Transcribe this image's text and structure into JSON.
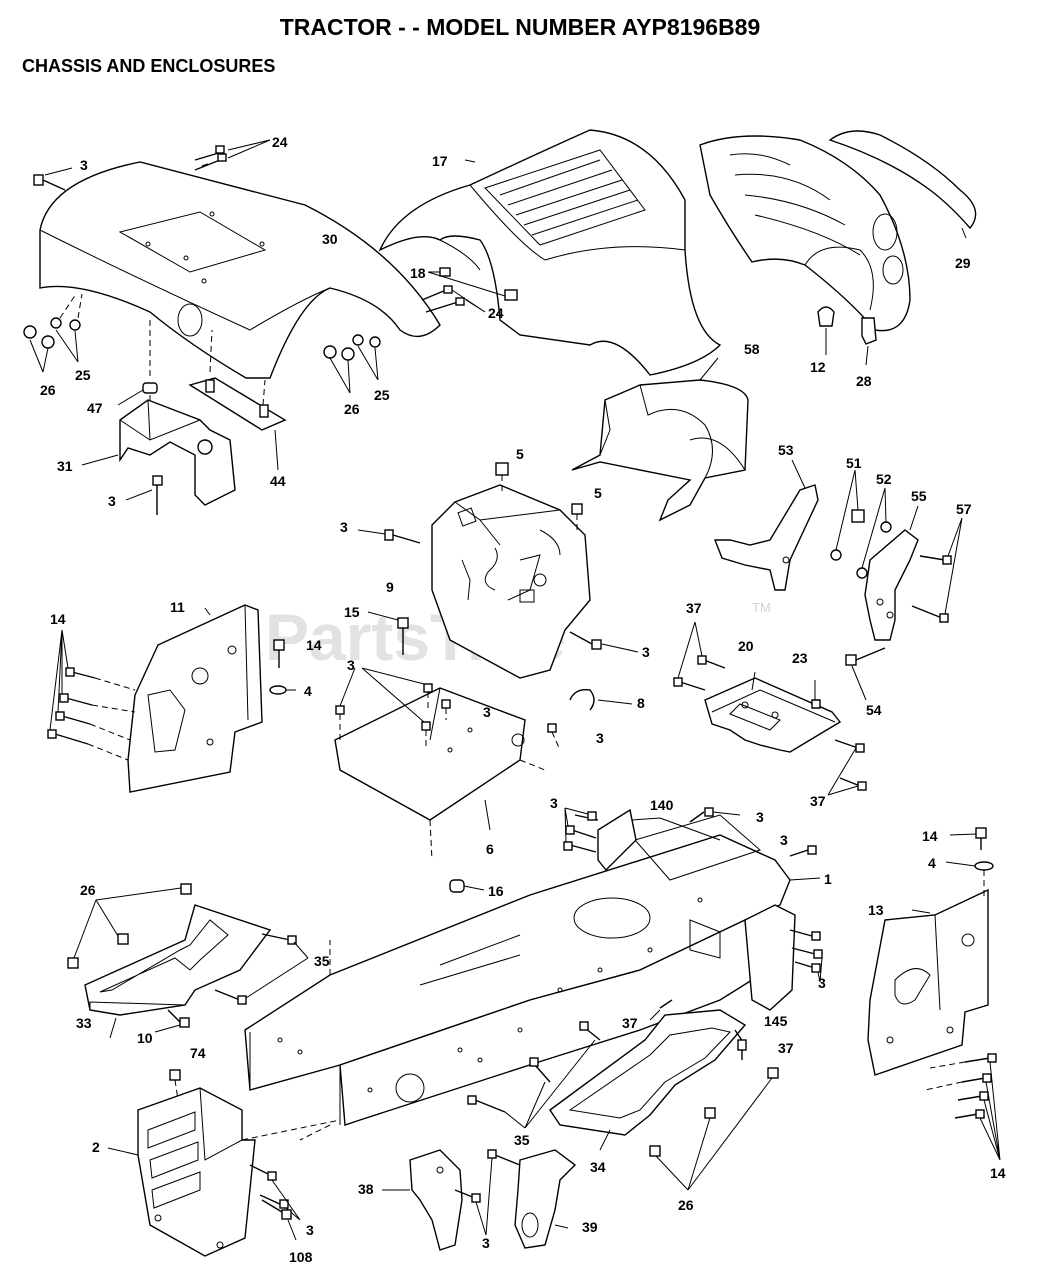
{
  "header": {
    "title": "TRACTOR - - MODEL NUMBER AYP8196B89",
    "subtitle": "CHASSIS AND ENCLOSURES"
  },
  "watermark": {
    "text": "PartsTree",
    "tm": "TM"
  },
  "callouts": {
    "c3a": "3",
    "c24a": "24",
    "c30": "30",
    "c17": "17",
    "c29": "29",
    "c18": "18",
    "c24b": "24",
    "c26a": "26",
    "c25a": "25",
    "c26b": "26",
    "c25b": "25",
    "c12": "12",
    "c28": "28",
    "c58": "58",
    "c47": "47",
    "c31": "31",
    "c44": "44",
    "c3b": "3",
    "c5a": "5",
    "c5b": "5",
    "c53": "53",
    "c51": "51",
    "c52": "52",
    "c55": "55",
    "c57": "57",
    "c3c": "3",
    "c9": "9",
    "c11": "11",
    "c14a": "14",
    "c15": "15",
    "c14b": "14",
    "c4a": "4",
    "c3d": "3",
    "c37a": "37",
    "c20": "20",
    "c23": "23",
    "c54": "54",
    "c3e": "3",
    "c3f": "3",
    "c8": "8",
    "c3g": "3",
    "c37b": "37",
    "c3h": "3",
    "c140": "140",
    "c3i": "3",
    "c6": "6",
    "c3j": "3",
    "c14c": "14",
    "c4b": "4",
    "c1": "1",
    "c16": "16",
    "c13": "13",
    "c26c": "26",
    "c35a": "35",
    "c3k": "3",
    "c37c": "37",
    "c145": "145",
    "c37d": "37",
    "c33": "33",
    "c10": "10",
    "c74": "74",
    "c2": "2",
    "c35b": "35",
    "c34": "34",
    "c14d": "14",
    "c26d": "26",
    "c38": "38",
    "c39": "39",
    "c3l": "3",
    "c3m": "3",
    "c108": "108"
  }
}
